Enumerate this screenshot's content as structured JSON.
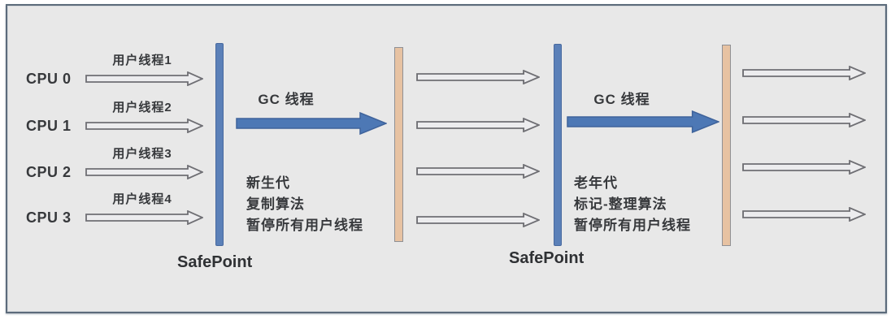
{
  "diagram": {
    "title_hint": "JVM GC stop-the-world safepoint diagram",
    "cpus": [
      {
        "cpu": "CPU 0",
        "thread": "用户线程1"
      },
      {
        "cpu": "CPU 1",
        "thread": "用户线程2"
      },
      {
        "cpu": "CPU 2",
        "thread": "用户线程3"
      },
      {
        "cpu": "CPU 3",
        "thread": "用户线程4"
      }
    ],
    "phase1": {
      "gc_label": "GC 线程",
      "lines": [
        "新生代",
        "复制算法",
        "暂停所有用户线程"
      ],
      "safepoint_label": "SafePoint"
    },
    "phase2": {
      "gc_label": "GC 线程",
      "lines": [
        "老年代",
        "标记-整理算法",
        "暂停所有用户线程"
      ],
      "safepoint_label": "SafePoint"
    },
    "colors": {
      "canvas_background": "#ffffff",
      "frame_background": "#e8e8e8",
      "frame_border": "#5c6b7b",
      "safepoint_bar": "#5b80b8",
      "gc_arrow": "#4d78b5",
      "gc_arrow_outline": "#3f639b",
      "resume_bar": "#e7c2a2",
      "thread_arrow_fill": "#ececee",
      "thread_arrow_outline": "#6f6f74",
      "text": "#37393c"
    }
  }
}
